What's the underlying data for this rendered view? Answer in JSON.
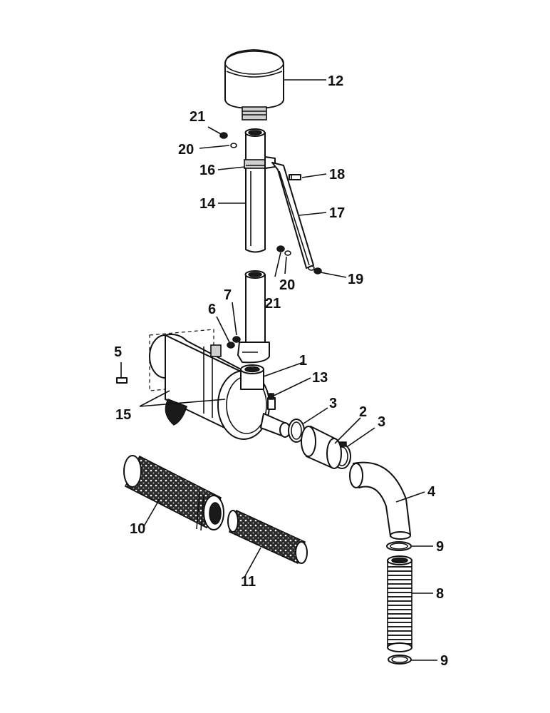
{
  "callouts": {
    "c1": "1",
    "c2": "2",
    "c3a": "3",
    "c3b": "3",
    "c4": "4",
    "c5": "5",
    "c6": "6",
    "c7": "7",
    "c8": "8",
    "c9a": "9",
    "c9b": "9",
    "c10": "10",
    "c11": "11",
    "c12": "12",
    "c13": "13",
    "c14": "14",
    "c15": "15",
    "c16": "16",
    "c17": "17",
    "c18": "18",
    "c19": "19",
    "c20a": "20",
    "c20b": "20",
    "c21a": "21",
    "c21b": "21"
  },
  "colors": {
    "ink": "#111111",
    "background": "#ffffff"
  }
}
